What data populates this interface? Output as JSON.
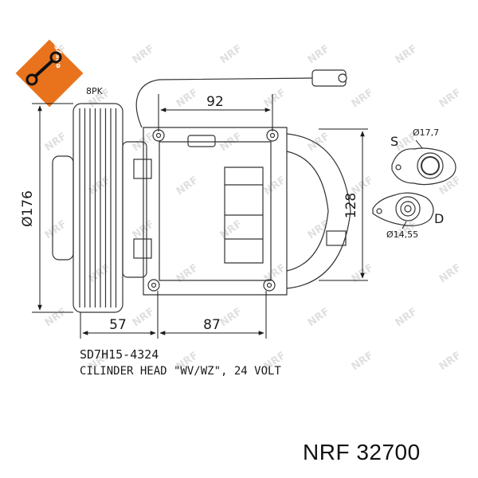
{
  "logo": {
    "text": "easyfit",
    "color": "#e8731c"
  },
  "belt": {
    "label": "8PK"
  },
  "dimensions": {
    "top_width": "92",
    "diameter": "Ø176",
    "height": "128",
    "left_offset": "57",
    "body_length": "87"
  },
  "fittings": {
    "suction": {
      "label": "S",
      "size": "Ø17,7"
    },
    "discharge": {
      "label": "D",
      "size": "Ø14,55"
    }
  },
  "caption": {
    "model": "SD7H15-4324",
    "description": "CILINDER HEAD \"WV/WZ\", 24 VOLT"
  },
  "watermark": {
    "text": "NRF"
  },
  "part": {
    "label": "NRF 32700"
  }
}
